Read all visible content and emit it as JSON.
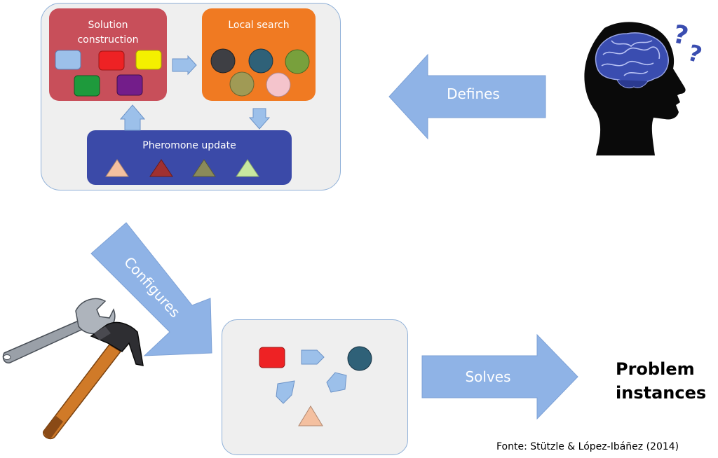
{
  "framework": {
    "solution_construction_label": "Solution\nconstruction",
    "local_search_label": "Local search",
    "pheromone_update_label": "Pheromone update"
  },
  "arrows": {
    "defines": "Defines",
    "configures": "Configures",
    "solves": "Solves"
  },
  "problem_instances": "Problem\ninstances",
  "credit": "Fonte: Stützle & López-Ibáñez (2014)",
  "colors": {
    "solution_box": "#c84f5a",
    "local_search_box": "#f07a22",
    "pheromone_box": "#3b4aa8",
    "arrow_fill": "#8fb3e6"
  }
}
